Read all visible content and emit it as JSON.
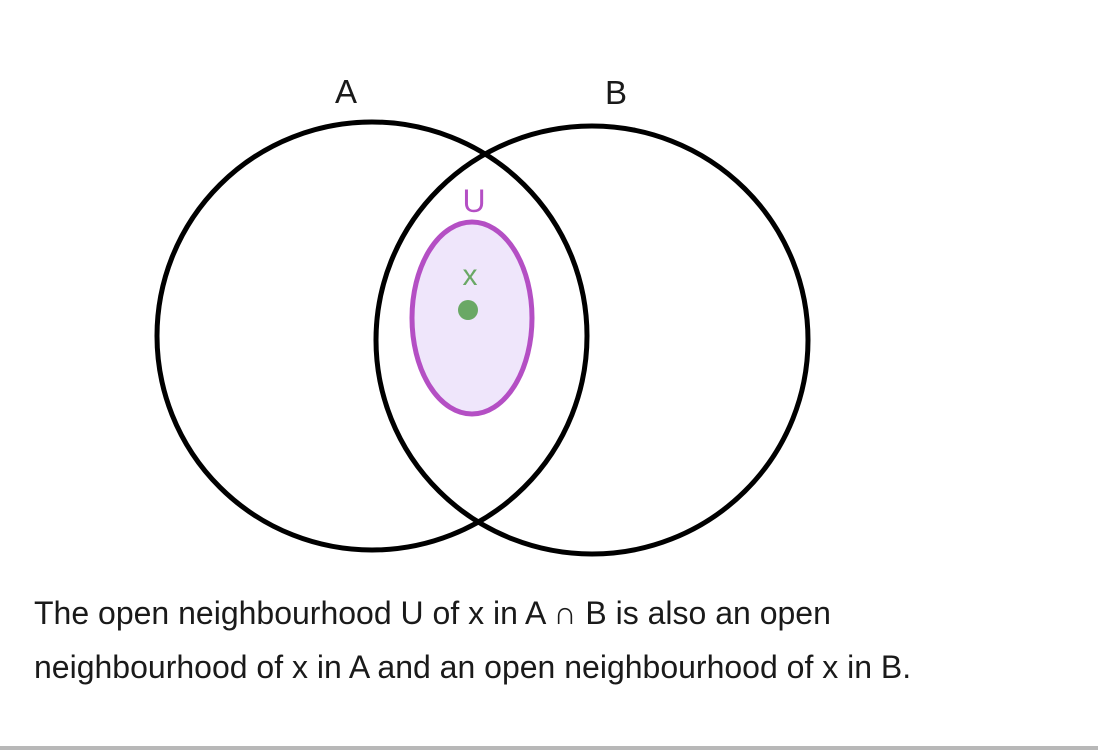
{
  "diagram": {
    "sets": [
      {
        "label": "A",
        "stroke": "#000000"
      },
      {
        "label": "B",
        "stroke": "#000000"
      }
    ],
    "neighbourhood": {
      "label": "U",
      "stroke": "#b44fc4",
      "fill": "#efe6fb",
      "label_color": "#b44fc4"
    },
    "point": {
      "label": "x",
      "color": "#6aa865"
    }
  },
  "caption": {
    "line1": "The open neighbourhood U of x in A ∩ B is also an open",
    "line2": "neighbourhood of x in A and an open neighbourhood of x in B."
  }
}
